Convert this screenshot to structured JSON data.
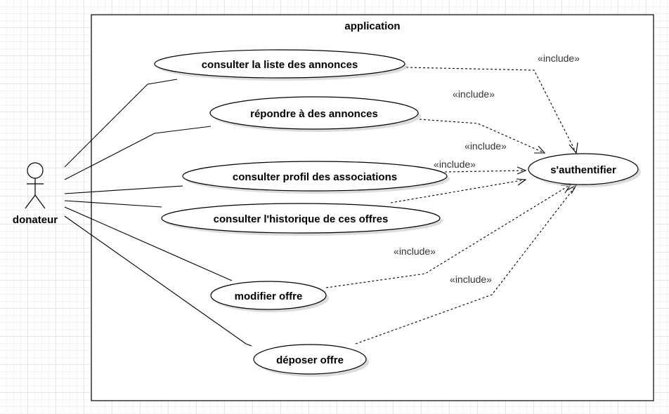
{
  "system": {
    "title": "application"
  },
  "actor": {
    "name": "donateur"
  },
  "use_cases": [
    {
      "id": "uc1",
      "label": "consulter la liste des annonces"
    },
    {
      "id": "uc2",
      "label": "répondre à des annonces"
    },
    {
      "id": "uc3",
      "label": "consulter profil des associations"
    },
    {
      "id": "uc4",
      "label": "consulter l'historique de ces offres"
    },
    {
      "id": "uc5",
      "label": "modifier offre"
    },
    {
      "id": "uc6",
      "label": "déposer offre"
    },
    {
      "id": "auth",
      "label": "s'authentifier"
    }
  ],
  "relations": {
    "include_label": "«include»",
    "includes": [
      {
        "from": "consulter la liste des annonces",
        "to": "s'authentifier",
        "label": "«include»"
      },
      {
        "from": "répondre à des annonces",
        "to": "s'authentifier",
        "label": "«include»"
      },
      {
        "from": "consulter profil des associations",
        "to": "s'authentifier",
        "label": "«include»"
      },
      {
        "from": "consulter l'historique de ces offres",
        "to": "s'authentifier",
        "label": "«include»"
      },
      {
        "from": "modifier offre",
        "to": "s'authentifier",
        "label": "«include»"
      },
      {
        "from": "déposer offre",
        "to": "s'authentifier",
        "label": "«include»"
      }
    ],
    "associations": [
      {
        "actor": "donateur",
        "use_case": "consulter la liste des annonces"
      },
      {
        "actor": "donateur",
        "use_case": "répondre à des annonces"
      },
      {
        "actor": "donateur",
        "use_case": "consulter profil des associations"
      },
      {
        "actor": "donateur",
        "use_case": "consulter l'historique de ces offres"
      },
      {
        "actor": "donateur",
        "use_case": "modifier offre"
      },
      {
        "actor": "donateur",
        "use_case": "déposer offre"
      }
    ]
  }
}
